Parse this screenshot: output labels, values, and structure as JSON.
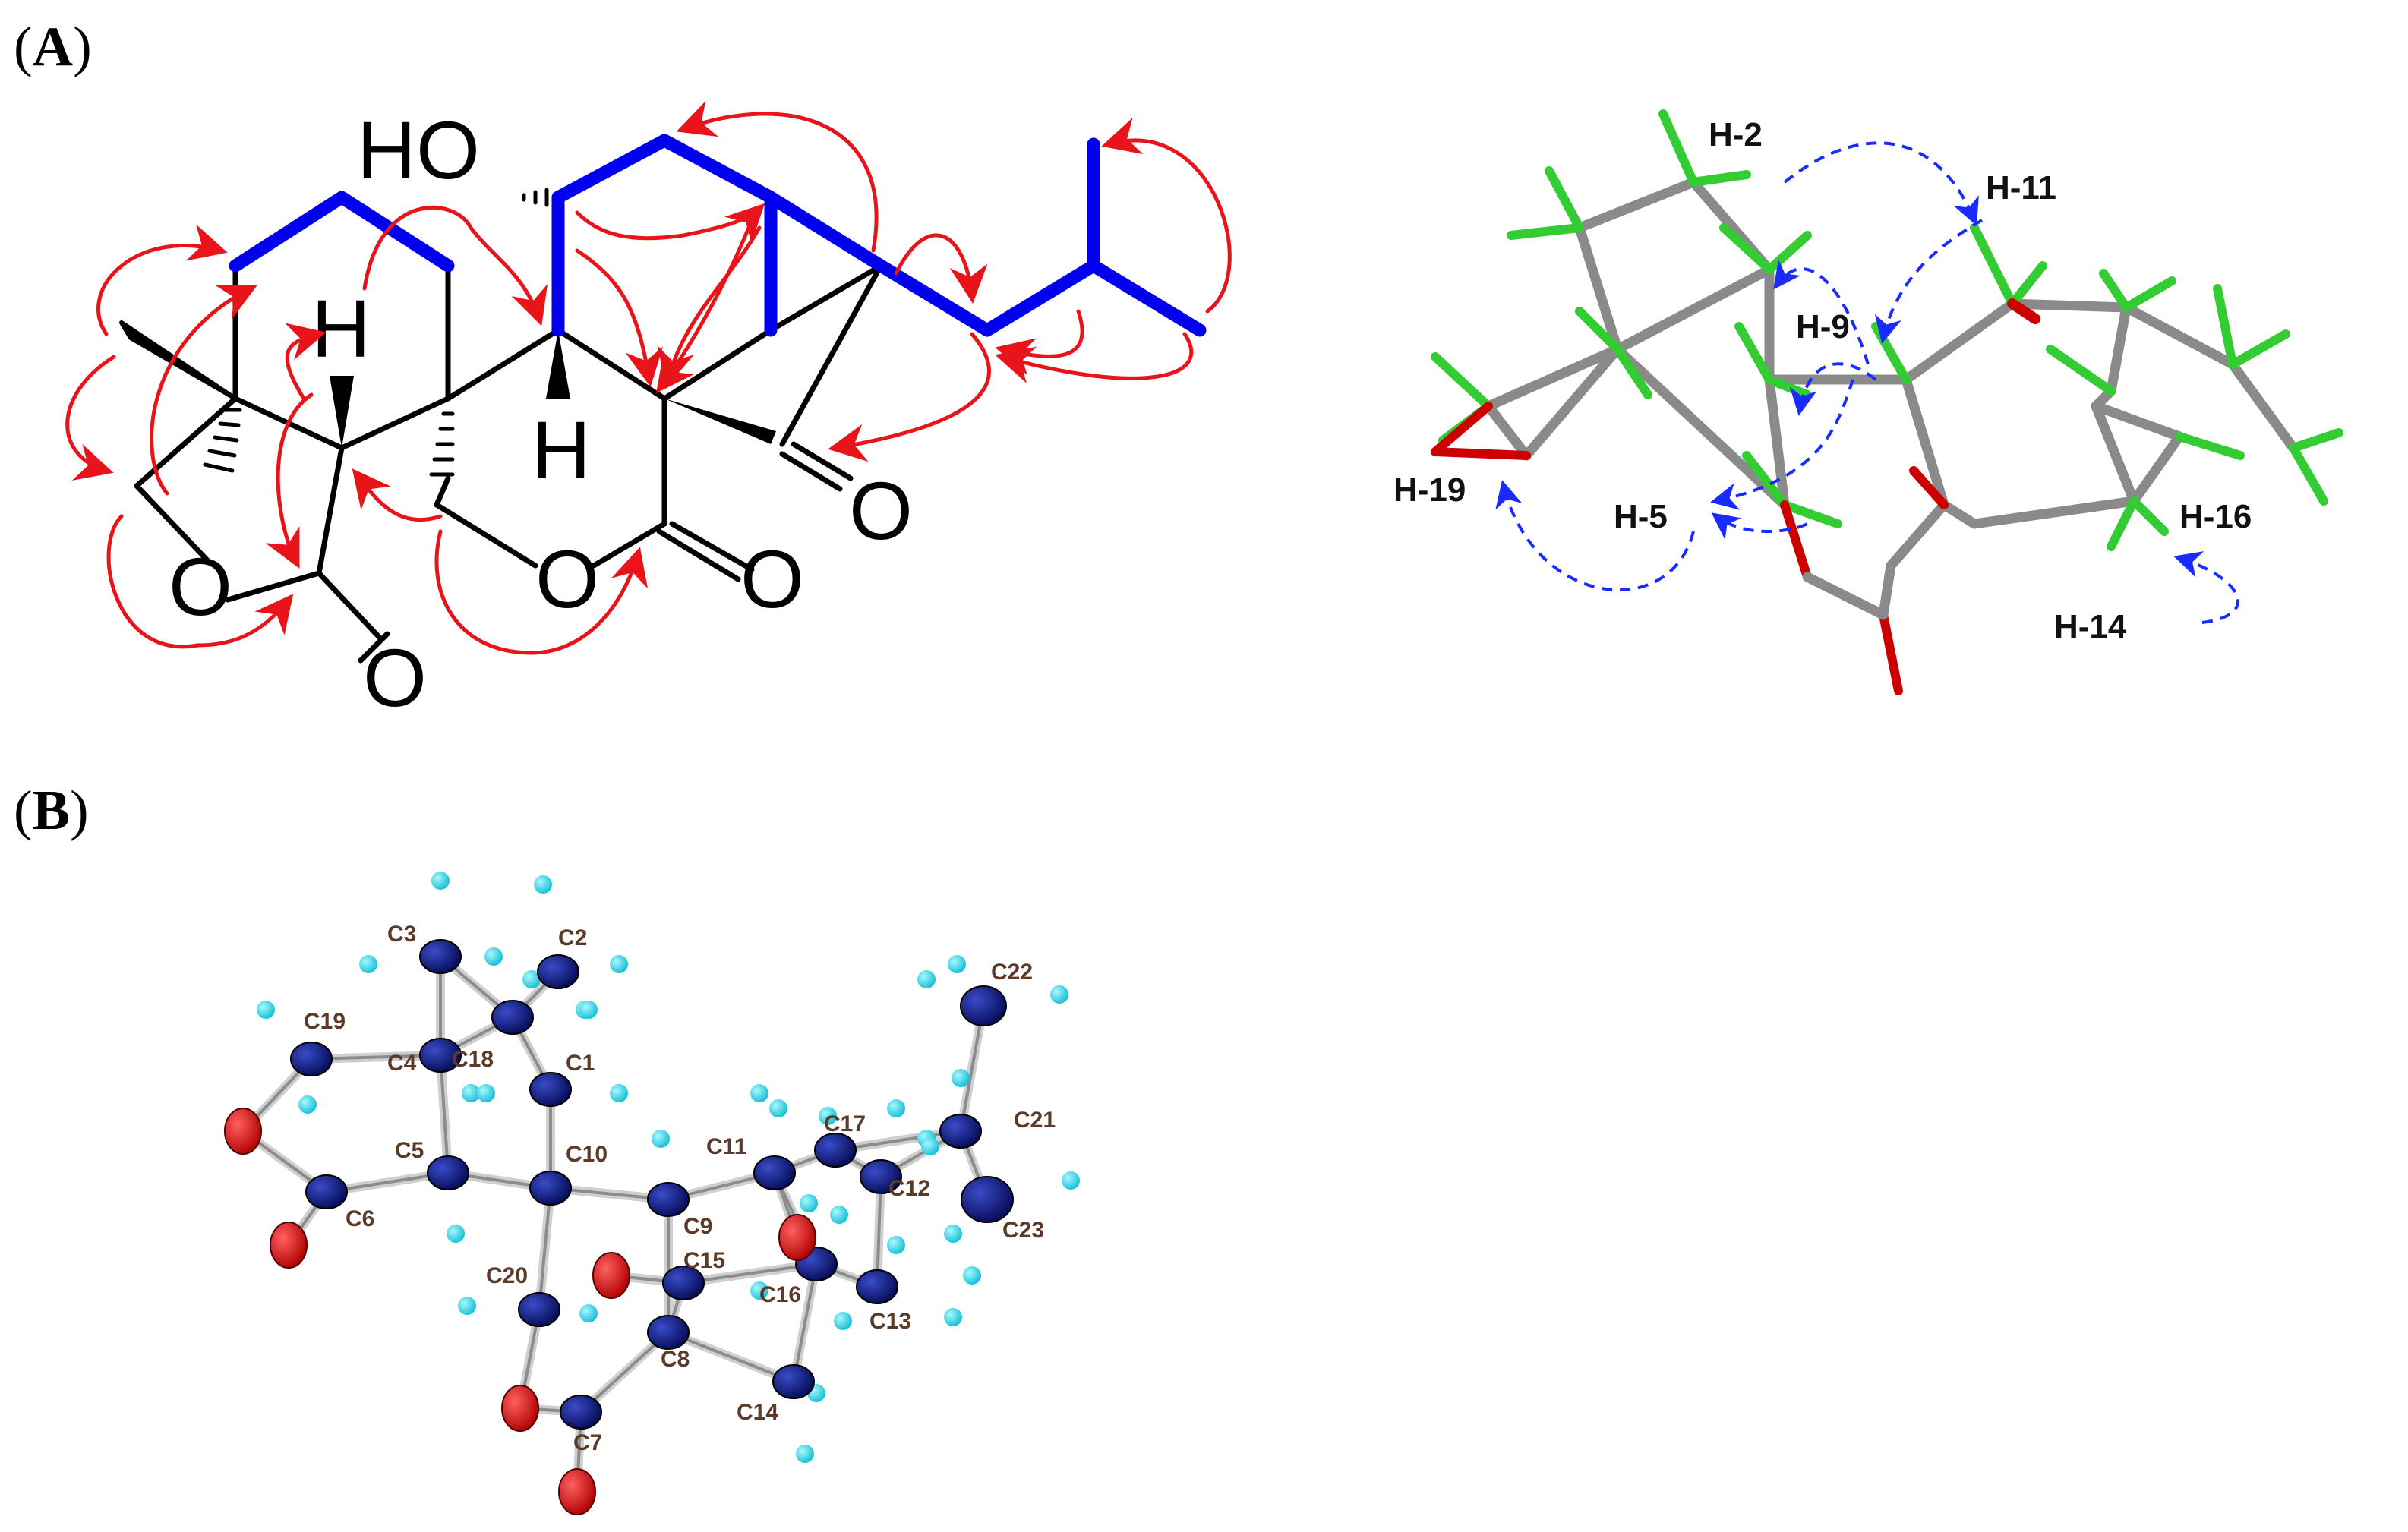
{
  "panels": {
    "a": {
      "label": "(A)",
      "letter": "A"
    },
    "b": {
      "label": "(B)",
      "letter": "B"
    }
  },
  "structure": {
    "atoms": {
      "ho": "HO",
      "h_left": "H",
      "h_center": "H",
      "o_ring1": "O",
      "o_carbonyl1": "O",
      "o_ring2": "O",
      "o_carbonyl2": "O",
      "o_ketone": "O"
    }
  },
  "noesy_labels": [
    "H-2",
    "H-11",
    "H-9",
    "H-19",
    "H-5",
    "H-16",
    "H-14"
  ],
  "crystal_labels": [
    "C3",
    "C2",
    "C19",
    "C4",
    "C18",
    "C1",
    "C5",
    "C10",
    "C6",
    "C11",
    "C17",
    "C12",
    "C9",
    "C20",
    "C15",
    "C16",
    "C13",
    "C8",
    "C14",
    "C7",
    "C22",
    "C21",
    "C23"
  ],
  "colors": {
    "cosy_bond": "#0000ee",
    "hmbc_arrow": "#e8141a",
    "noesy_arrow": "#1a2bff",
    "stick_carbon": "#8a8a8a",
    "stick_hydrogen": "#33cc33",
    "stick_oxygen": "#cc0000",
    "ortep_carbon": "#0a1480",
    "ortep_hydrogen": "#22dded",
    "ortep_oxygen": "#e81010"
  }
}
